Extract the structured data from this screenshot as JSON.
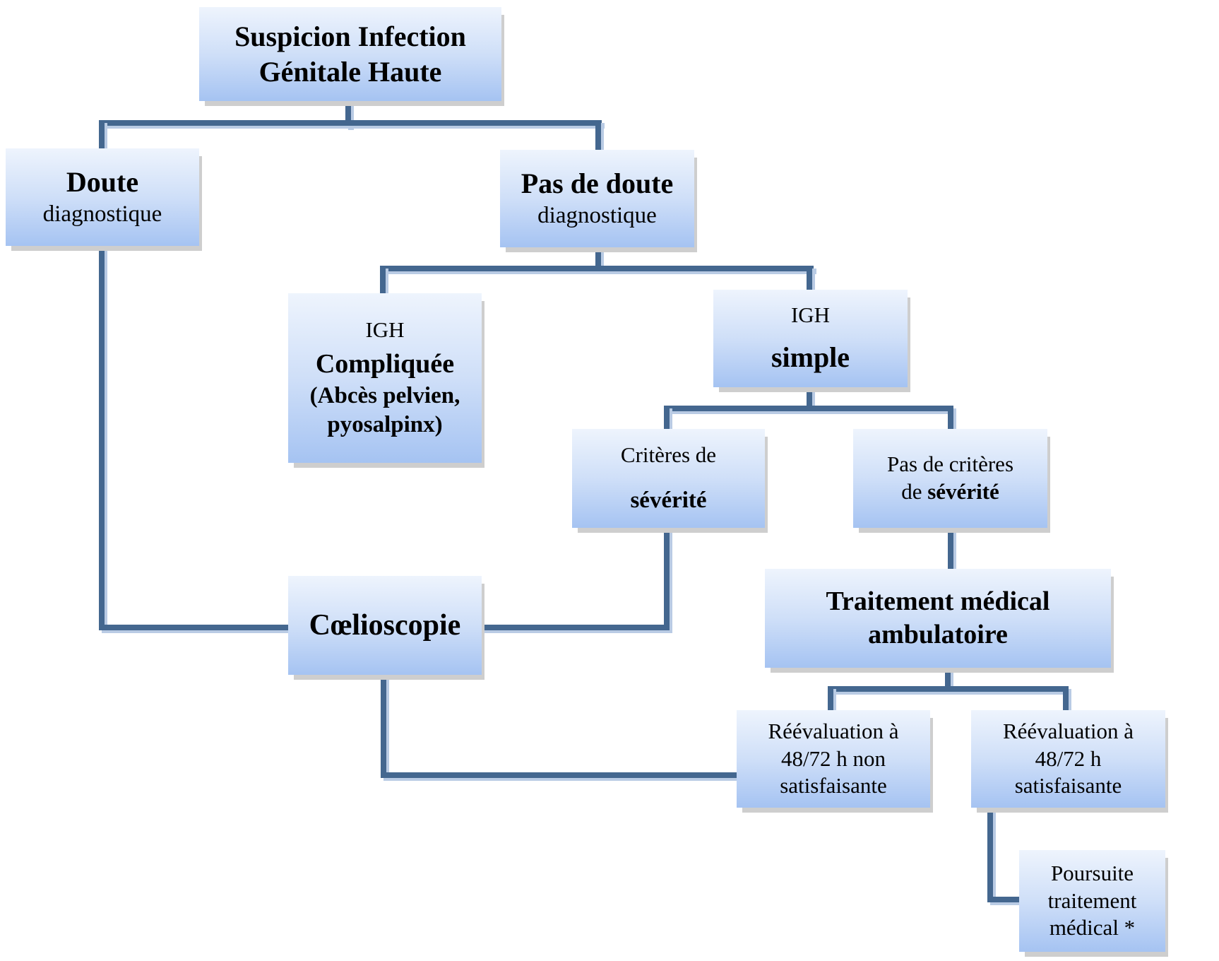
{
  "diagram_title": "Suspicion Infection Génitale Haute",
  "colors": {
    "connector": "#44678F",
    "connector_highlight": "#b9cbe4",
    "box_top": "#eef4fd",
    "box_bottom": "#a5c3f2",
    "box_shadow": "#cecece",
    "text": "#000000"
  },
  "nodes": {
    "root": {
      "lines": [
        "Suspicion Infection",
        "Génitale Haute"
      ]
    },
    "doute": {
      "lines": [
        "Doute",
        "diagnostique"
      ]
    },
    "pas_de_doute": {
      "lines": [
        "Pas de doute",
        "diagnostique"
      ]
    },
    "igh_compliquee": {
      "lines": [
        "IGH",
        "Compliquée",
        "(Abcès pelvien,",
        "pyosalpinx)"
      ]
    },
    "igh_simple": {
      "lines": [
        "IGH",
        "simple"
      ]
    },
    "criteres": {
      "lines": [
        "Critères de",
        "sévérité"
      ]
    },
    "pas_criteres": {
      "line1": "Pas de critères",
      "line2_prefix": "de ",
      "line2_bold": "sévérité"
    },
    "coelioscopie": {
      "lines": [
        "Cœlioscopie"
      ]
    },
    "traitement": {
      "lines": [
        "Traitement médical",
        "ambulatoire"
      ]
    },
    "reeval_non": {
      "lines": [
        "Réévaluation à",
        "48/72 h non",
        "satisfaisante"
      ]
    },
    "reeval_sat": {
      "lines": [
        "Réévaluation à",
        "48/72 h",
        "satisfaisante"
      ]
    },
    "poursuite": {
      "lines": [
        "Poursuite",
        "traitement",
        "médical *"
      ]
    }
  }
}
